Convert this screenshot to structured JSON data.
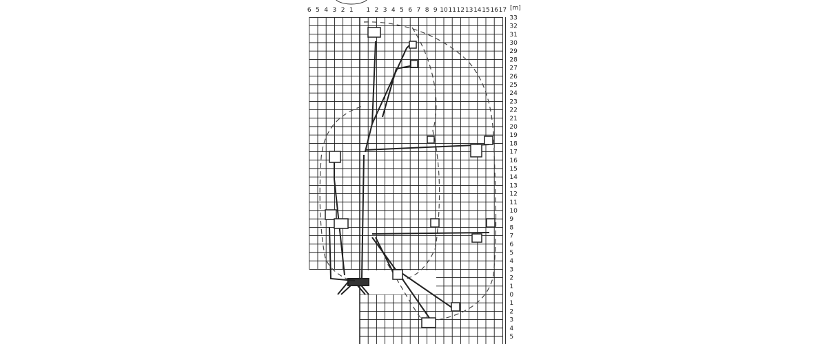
{
  "diagram": {
    "unit_label": "[m]",
    "x_labels_left": [
      "6",
      "5",
      "4",
      "3",
      "2",
      "1"
    ],
    "x_labels_right": [
      "1",
      "2",
      "3",
      "4",
      "5",
      "6",
      "7",
      "8",
      "9",
      "10",
      "11",
      "12",
      "13",
      "14",
      "15",
      "16",
      "17"
    ],
    "y_labels": [
      "33",
      "32",
      "31",
      "30",
      "29",
      "28",
      "27",
      "26",
      "25",
      "24",
      "23",
      "22",
      "21",
      "20",
      "19",
      "18",
      "17",
      "16",
      "15",
      "14",
      "13",
      "12",
      "11",
      "10",
      "9",
      "8",
      "7",
      "6",
      "5",
      "4",
      "3",
      "2",
      "1",
      "0",
      "1",
      "2",
      "3",
      "4",
      "5"
    ],
    "colors": {
      "grid": "#1a1a1a",
      "envelope": "#444444",
      "machine": "#222222"
    }
  }
}
